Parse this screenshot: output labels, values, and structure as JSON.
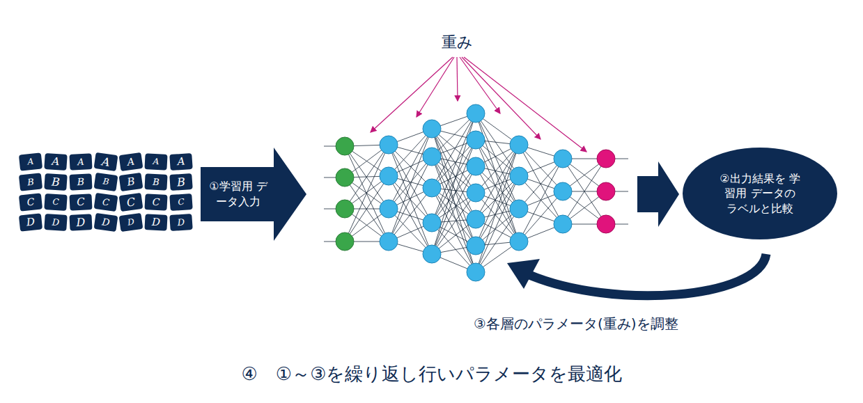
{
  "diagram": {
    "caption": "④　①～③を繰り返し行いパラメータを最適化",
    "nodes": [
      {
        "text": [
          "①学習用 データ入力"
        ]
      },
      {
        "text": [
          "②出力結果を 学習用 データの ラベルと比較"
        ]
      }
    ],
    "labels": [
      "A",
      "A",
      "A",
      "A",
      "A",
      "A",
      "A",
      "B",
      "B",
      "B",
      "B",
      "B",
      "B",
      "B",
      "C",
      "C",
      "C",
      "C",
      "C",
      "C",
      "C",
      "D",
      "D",
      "D",
      "D",
      "D",
      "D",
      "D",
      "重み",
      "③各層のパラメータ(重み)を調整"
    ]
  }
}
